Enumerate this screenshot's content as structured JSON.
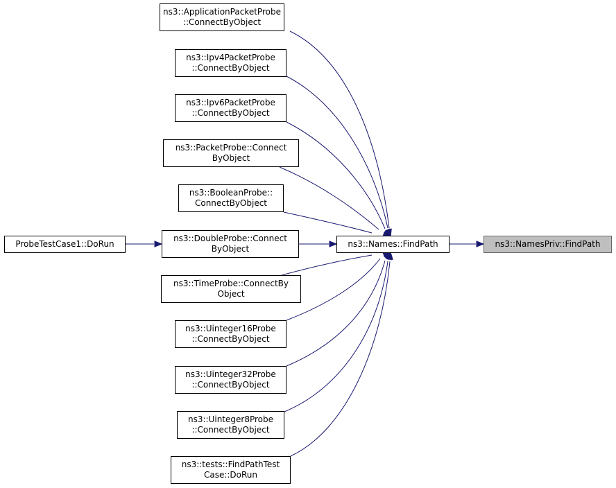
{
  "graph": {
    "colors": {
      "edge": "#191970",
      "node_border": "#000000",
      "target_fill": "#bfbfbf",
      "node_fill": "#ffffff"
    },
    "nodes": {
      "app_probe": {
        "line1": "ns3::ApplicationPacketProbe",
        "line2": "::ConnectByObject"
      },
      "ipv4_probe": {
        "line1": "ns3::Ipv4PacketProbe",
        "line2": "::ConnectByObject"
      },
      "ipv6_probe": {
        "line1": "ns3::Ipv6PacketProbe",
        "line2": "::ConnectByObject"
      },
      "packet_probe": {
        "line1": "ns3::PacketProbe::Connect",
        "line2": "ByObject"
      },
      "boolean_probe": {
        "line1": "ns3::BooleanProbe::",
        "line2": "ConnectByObject"
      },
      "double_probe": {
        "line1": "ns3::DoubleProbe::Connect",
        "line2": "ByObject"
      },
      "time_probe": {
        "line1": "ns3::TimeProbe::ConnectBy",
        "line2": "Object"
      },
      "uint16_probe": {
        "line1": "ns3::Uinteger16Probe",
        "line2": "::ConnectByObject"
      },
      "uint32_probe": {
        "line1": "ns3::Uinteger32Probe",
        "line2": "::ConnectByObject"
      },
      "uint8_probe": {
        "line1": "ns3::Uinteger8Probe",
        "line2": "::ConnectByObject"
      },
      "findpath_test": {
        "line1": "ns3::tests::FindPathTest",
        "line2": "Case::DoRun"
      },
      "probe_test": {
        "line1": "ProbeTestCase1::DoRun"
      },
      "names_findpath": {
        "line1": "ns3::Names::FindPath"
      },
      "namespriv_findpath": {
        "line1": "ns3::NamesPriv::FindPath"
      }
    }
  }
}
